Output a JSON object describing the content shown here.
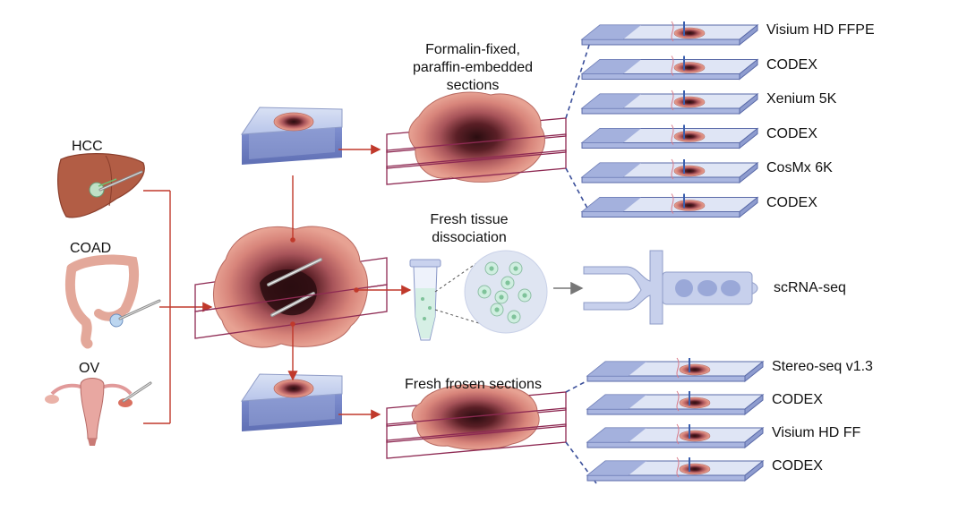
{
  "organs": {
    "hcc": "HCC",
    "coad": "COAD",
    "ov": "OV"
  },
  "headings": {
    "ffpe_line1": "Formalin-fixed,",
    "ffpe_line2": "paraffin-embedded",
    "ffpe_line3": "sections",
    "fresh_line1": "Fresh tissue",
    "fresh_line2": "dissociation",
    "frozen": "Fresh frosen sections"
  },
  "ffpe_slides": [
    "Visium HD FFPE",
    "CODEX",
    "Xenium 5K",
    "CODEX",
    "CosMx 6K",
    "CODEX"
  ],
  "frozen_slides": [
    "Stereo-seq v1.3",
    "CODEX",
    "Visium HD FF",
    "CODEX"
  ],
  "scrna": "scRNA-seq",
  "colors": {
    "arrow_red": "#c0392b",
    "plane_border": "#8e2a53",
    "tissue_outer": "#d9867a",
    "tissue_mid": "#a14b4b",
    "tissue_core": "#3a1418",
    "slide_fill": "#cdd5ee",
    "slide_end": "#9aa8d8",
    "slide_border": "#5a6aa8",
    "dash_blue": "#3b4f9a"
  }
}
